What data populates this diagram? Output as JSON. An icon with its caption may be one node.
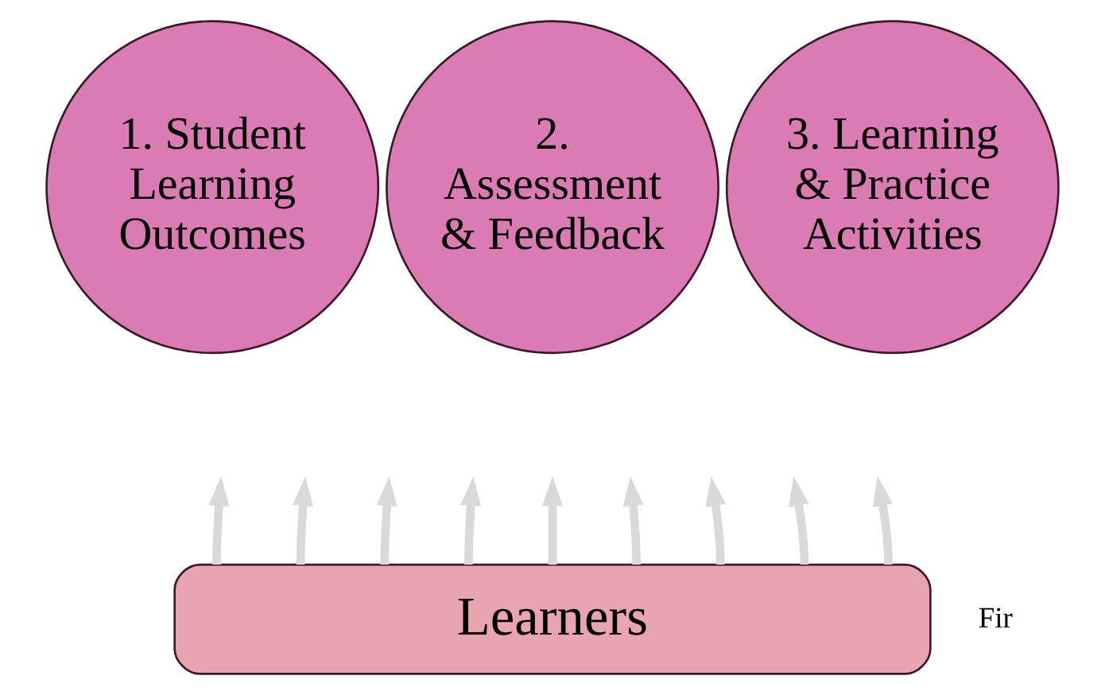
{
  "diagram": {
    "nodes": [
      {
        "text": [
          "1. Student Learning Outcomes"
        ]
      },
      {
        "text": [
          "2. Assessment & Feedback"
        ]
      },
      {
        "text": [
          "3. Learning & Practice Activities"
        ]
      },
      {
        "text": [
          "Learners"
        ]
      }
    ],
    "edges": [
      {
        "from": 3,
        "to": null,
        "arrow": "to"
      },
      {
        "from": 3,
        "to": null,
        "arrow": "to"
      },
      {
        "from": 3,
        "to": null,
        "arrow": "to"
      },
      {
        "from": 3,
        "to": null,
        "arrow": "to"
      },
      {
        "from": 3,
        "to": null,
        "arrow": "to"
      },
      {
        "from": 3,
        "to": null,
        "arrow": "to"
      },
      {
        "from": 3,
        "to": null,
        "arrow": "to"
      },
      {
        "from": 3,
        "to": null,
        "arrow": "to"
      },
      {
        "from": 3,
        "to": null,
        "arrow": "to"
      }
    ],
    "labels": [
      "Fir"
    ]
  }
}
